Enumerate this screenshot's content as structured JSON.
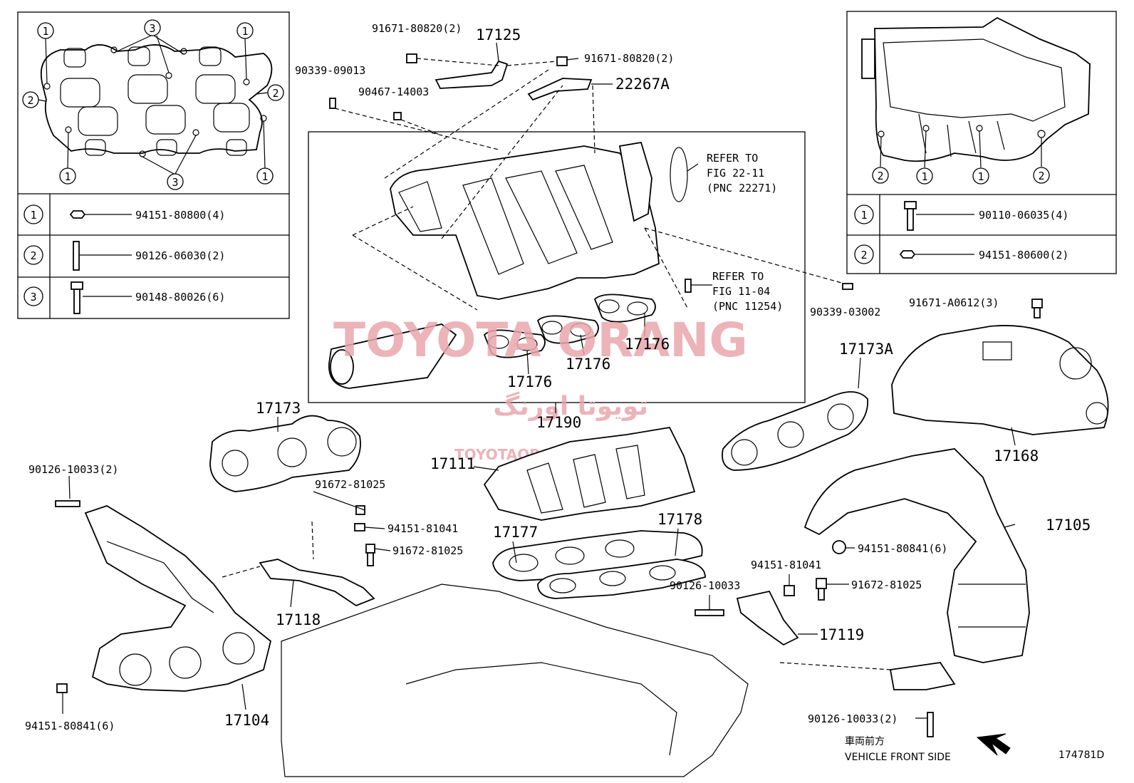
{
  "diagram_id": "174781D",
  "watermark": {
    "main": "TOYOTA ORANG",
    "arabic": "تویوتا اورنگ",
    "small": "TOYOTAORANG.IR"
  },
  "inset_left": {
    "callouts": [
      "1",
      "2",
      "3"
    ],
    "legend": [
      {
        "num": "1",
        "part": "94151-80800(4)"
      },
      {
        "num": "2",
        "part": "90126-06030(2)"
      },
      {
        "num": "3",
        "part": "90148-80026(6)"
      }
    ]
  },
  "inset_right": {
    "callouts": [
      "1",
      "2"
    ],
    "legend": [
      {
        "num": "1",
        "part": "90110-06035(4)"
      },
      {
        "num": "2",
        "part": "94151-80600(2)"
      }
    ]
  },
  "refer1": [
    "REFER TO",
    "FIG 22-11",
    "(PNC 22271)"
  ],
  "refer2": [
    "REFER TO",
    "FIG 11-04",
    "(PNC 11254)"
  ],
  "parts": {
    "p17125": "17125",
    "p91671_80820_a": "91671-80820(2)",
    "p91671_80820_b": "91671-80820(2)",
    "p22267A": "22267A",
    "p90339_09013": "90339-09013",
    "p90467_14003": "90467-14003",
    "p90339_03002": "90339-03002",
    "p91671_A0612": "91671-A0612(3)",
    "p17176_a": "17176",
    "p17176_b": "17176",
    "p17176_c": "17176",
    "p17190": "17190",
    "p17173": "17173",
    "p17173A": "17173A",
    "p17168": "17168",
    "p17111": "17111",
    "p90126_10033_2a": "90126-10033(2)",
    "p91672_81025_a": "91672-81025",
    "p94151_81041_a": "94151-81041",
    "p91672_81025_b": "91672-81025",
    "p17177": "17177",
    "p17178": "17178",
    "p17105": "17105",
    "p94151_80841_6a": "94151-80841(6)",
    "p94151_81041_b": "94151-81041",
    "p91672_81025_c": "91672-81025",
    "p90126_10033": "90126-10033",
    "p17119": "17119",
    "p17118": "17118",
    "p17104": "17104",
    "p94151_80841_6b": "94151-80841(6)",
    "p90126_10033_2b": "90126-10033(2)"
  },
  "front_jp": "車両前方",
  "front_en": "VEHICLE FRONT SIDE"
}
